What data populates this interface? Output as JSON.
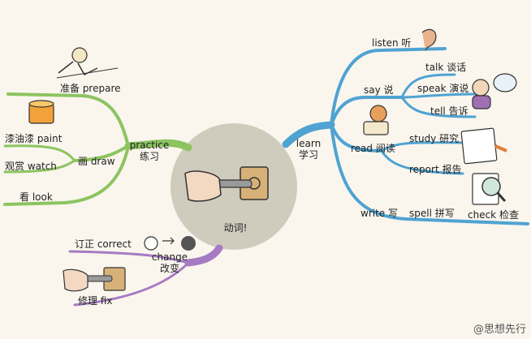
{
  "center": {
    "label": "动词!"
  },
  "branches": {
    "learn": {
      "label_en": "learn",
      "label_zh": "学习",
      "color": "#4fa3d2"
    },
    "practice": {
      "label_en": "practice",
      "label_zh": "练习",
      "color": "#8cc460"
    },
    "change": {
      "label_en": "change",
      "label_zh": "改变",
      "color": "#a67bc2"
    }
  },
  "nodes": {
    "listen": "listen 听",
    "say": "say 说",
    "talk": "talk 谈话",
    "speak": "speak 演说",
    "tell": "tell 告诉",
    "read": "read 阅读",
    "study": "study 研究",
    "report": "report 报告",
    "write": "write 写",
    "spell": "spell 拼写",
    "check": "check 检查",
    "prepare": "准备 prepare",
    "paint": "漆油漆 paint",
    "draw": "画 draw",
    "watch": "观赏 watch",
    "look": "看 look",
    "correct": "订正 correct",
    "fix": "修理 fix"
  },
  "watermark": "@思想先行",
  "colors": {
    "background": "#faf6ee",
    "center_fill": "#cfcbbd"
  }
}
